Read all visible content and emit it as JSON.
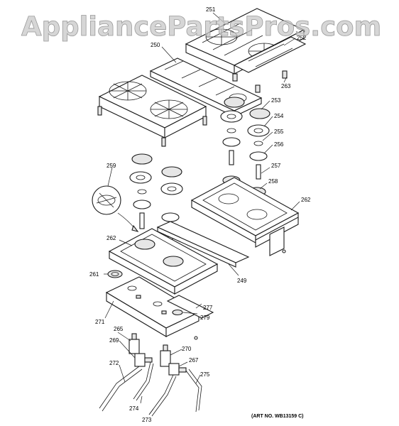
{
  "watermark": "AppliancePartsPros.com",
  "art_number": "(ART NO. WB13159 C)",
  "callouts": {
    "c251": "251",
    "c252": "252",
    "c250": "250",
    "c263": "263",
    "c253": "253",
    "c254": "254",
    "c255": "255",
    "c256": "256",
    "c257": "257",
    "c258": "258",
    "c259": "259",
    "c262a": "262",
    "c262b": "262",
    "c249": "249",
    "c261": "261",
    "c277": "277",
    "c271": "271",
    "c279": "279",
    "c265": "265",
    "c269": "269",
    "c270": "270",
    "c267": "267",
    "c272": "272",
    "c275": "275",
    "c274": "274",
    "c273": "273"
  }
}
